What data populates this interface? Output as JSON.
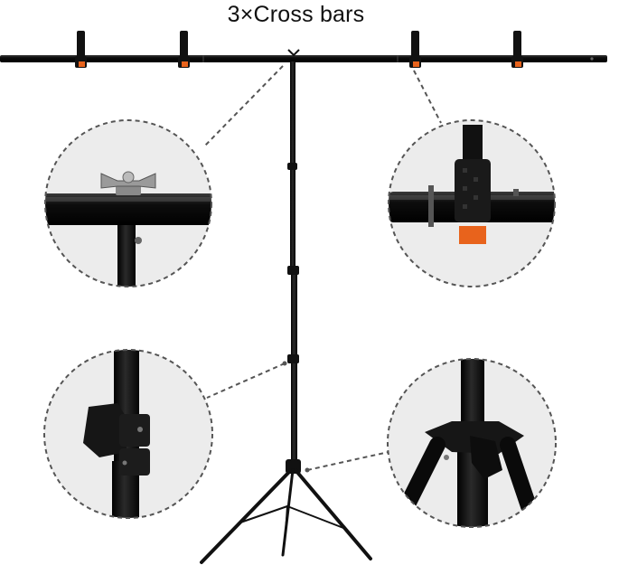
{
  "title": "3×Cross bars",
  "colors": {
    "metal": "#111111",
    "clip_accent": "#e8631c",
    "circle_fill": "#ececec",
    "circle_border": "#555555"
  },
  "detail_views": [
    {
      "name": "crossbar-center-knob-detail"
    },
    {
      "name": "crossbar-clip-detail"
    },
    {
      "name": "pole-joint-lock-detail"
    },
    {
      "name": "tripod-base-detail"
    }
  ]
}
